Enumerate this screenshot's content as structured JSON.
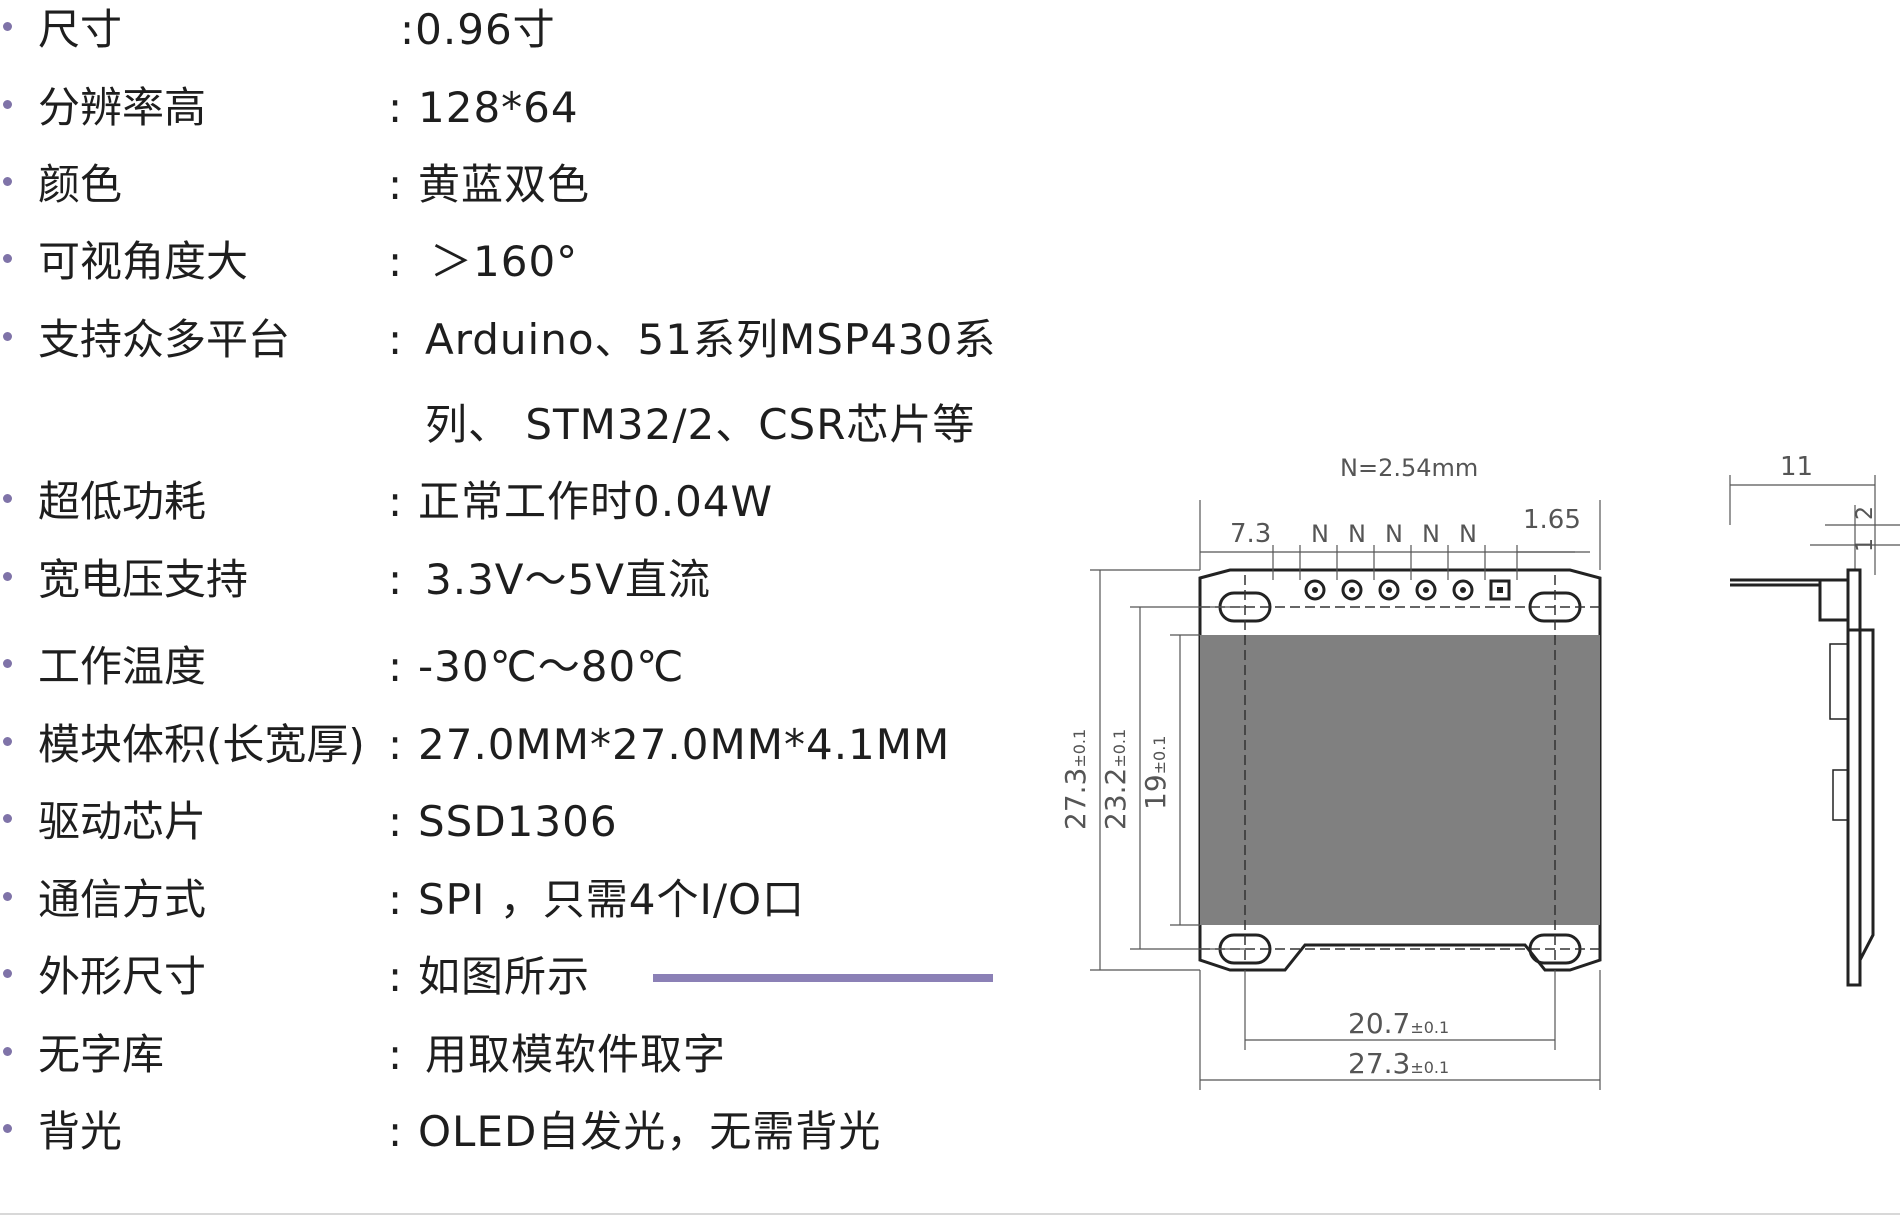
{
  "specs": [
    {
      "label": "尺寸",
      "colon": "",
      "value": ":0.96寸"
    },
    {
      "label": "分辨率高",
      "colon": ":",
      "value": "128*64"
    },
    {
      "label": "颜色",
      "colon": ":",
      "value": "黄蓝双色"
    },
    {
      "label": "可视角度大",
      "colon": ":",
      "value": "＞160°"
    },
    {
      "label": "支持众多平台",
      "colon": ":",
      "value": "Arduino、51系列MSP430系"
    },
    {
      "label": "",
      "colon": "",
      "value": "列、 STM32/2、CSR芯片等"
    },
    {
      "label": "超低功耗",
      "colon": ":",
      "value": "正常工作时0.04W"
    },
    {
      "label": "宽电压支持",
      "colon": ":",
      "value": "3.3V～5V直流"
    },
    {
      "label": "工作温度",
      "colon": ":",
      "value": "-30℃～80℃"
    },
    {
      "label": "模块体积(长宽厚)",
      "colon": ":",
      "value": "27.0MM*27.0MM*4.1MM"
    },
    {
      "label": "驱动芯片",
      "colon": ":",
      "value": "SSD1306"
    },
    {
      "label": "通信方式",
      "colon": ":",
      "value": "SPI ，只需4个I/O口"
    },
    {
      "label": "外形尺寸",
      "colon": ":",
      "value": "如图所示"
    },
    {
      "label": "无字库",
      "colon": ":",
      "value": "用取模软件取字"
    },
    {
      "label": "背光",
      "colon": ":",
      "value": "OLED自发光，无需背光"
    }
  ],
  "drawing": {
    "pitch": "N=2.54mm",
    "pin_label": "N",
    "dim_left": "7.3",
    "dim_right": "1.65",
    "height_outer": "27.3",
    "height_mid": "23.2",
    "height_inner": "19",
    "width_inner": "20.7",
    "width_outer": "27.3",
    "tolerance": "±0.1",
    "side_width": "11",
    "side_dim_a": "2",
    "side_dim_b": "1"
  },
  "colors": {
    "bullet": "#7f73a8",
    "accent_line": "#8b80b6",
    "screen": "#808080"
  }
}
